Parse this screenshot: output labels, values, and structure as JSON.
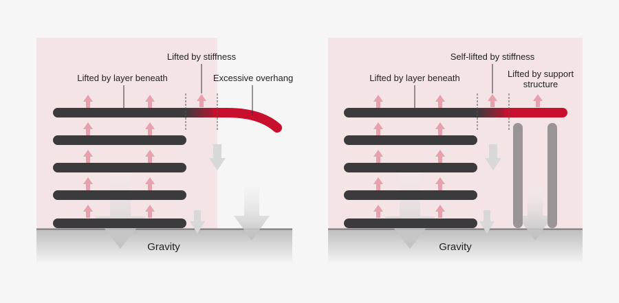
{
  "colors": {
    "background": "#f6f6f6",
    "pink_zone": "#f4e4e6",
    "layer": "#3b3b3d",
    "excessive_overhang": "#c8102e",
    "up_arrow": "#e7a1ad",
    "support": "#9a9496",
    "ground": "#777777",
    "gravity_arrow": "#c9c9c9"
  },
  "icons": {
    "lift": "up-arrow-icon",
    "gravity": "down-arrow-icon"
  },
  "left_panel": {
    "label_stiffness": "Lifted by stiffness",
    "label_layer": "Lifted by layer beneath",
    "label_overhang": "Excessive overhang",
    "ground_label": "Gravity"
  },
  "right_panel": {
    "label_stiffness": "Self-lifted by stiffness",
    "label_layer": "Lifted by layer beneath",
    "label_support_1": "Lifted by support",
    "label_support_2": "structure",
    "ground_label": "Gravity"
  }
}
